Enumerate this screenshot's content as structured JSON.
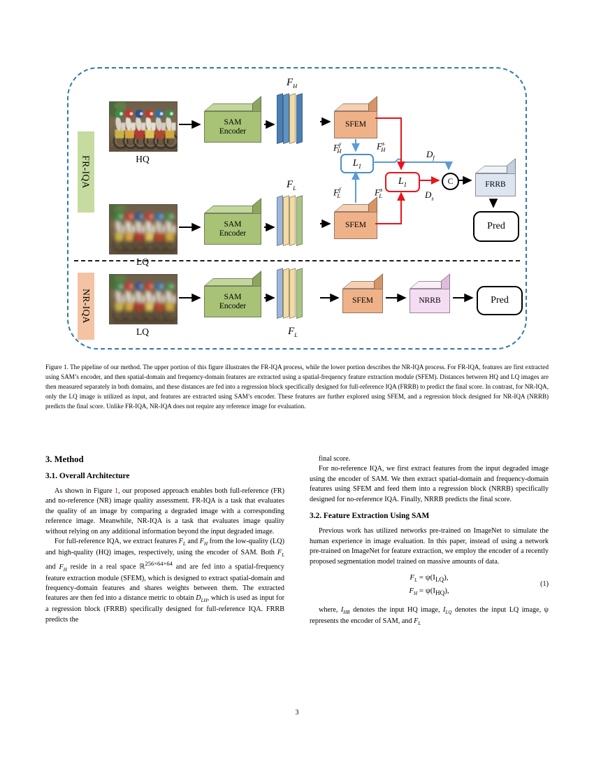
{
  "page": {
    "number": "3"
  },
  "figure": {
    "branch_labels": {
      "fr": "FR-IQA",
      "nr": "NR-IQA"
    },
    "photo_captions": {
      "hq": "HQ",
      "lq_fr": "LQ",
      "lq_nr": "LQ"
    },
    "blocks": {
      "sam_encoder_line1": "SAM",
      "sam_encoder_line2": "Encoder",
      "sfem": "SFEM",
      "frrb": "FRRB",
      "nrrb": "NRRB",
      "pred": "Pred"
    },
    "feature_labels": {
      "fh": "F",
      "fh_sub": "H",
      "fl": "F",
      "fl_sub": "L"
    },
    "math": {
      "fh_freq": "F",
      "fh_freq_sub": "H",
      "fh_freq_sup": "f",
      "fh_spat": "F",
      "fh_spat_sub": "H",
      "fh_spat_sup": "s",
      "fl_freq": "F",
      "fl_freq_sub": "L",
      "fl_freq_sup": "f",
      "fl_spat": "F",
      "fl_spat_sub": "L",
      "fl_spat_sup": "s",
      "df": "D",
      "df_sub": "f",
      "ds": "D",
      "ds_sub": "s",
      "l1": "L",
      "l1_sub": "1",
      "concat": "C"
    },
    "colors": {
      "dashed_border": "#2e7aa8",
      "fr_label_bg": "#c6dba0",
      "nr_label_bg": "#f3c3a3",
      "sam_encoder": "#a8c276",
      "sfem": "#efb288",
      "frrb": "#dde6f0",
      "nrrb": "#f4dcf2",
      "freq_path": "#5b9bd5",
      "spat_path": "#e8141b"
    }
  },
  "caption": {
    "label": "Figure 1.",
    "text": " The pipeline of our method. The upper portion of this figure illustrates the FR-IQA process, while the lower portion describes the NR-IQA process. For FR-IQA, features are first extracted using SAM’s encoder, and then spatial-domain and frequency-domain features are extracted using a spatial-frequency feature extraction module (SFEM). Distances between HQ and LQ images are then measured separately in both domains, and these distances are fed into a regression block specifically designed for full-reference IQA (FRRB) to predict the final score. In contrast, for NR-IQA, only the LQ image is utilized as input, and features are extracted using SAM’s encoder. These features are further explored using SFEM, and a regression block designed for NR-IQA (NRRB) predicts the final score. Unlike FR-IQA, NR-IQA does not require any reference image for evaluation."
  },
  "sections": {
    "method_heading": "3. Method",
    "overall_arch_heading": "3.1. Overall Architecture",
    "feature_extraction_heading": "3.2. Feature Extraction Using SAM"
  },
  "left_column": {
    "para1_a": "As shown in Figure ",
    "para1_ref": "1",
    "para1_b": ", our proposed approach enables both full-reference (FR) and no-reference (NR) image quality assessment. FR-IQA is a task that evaluates the quality of an image by comparing a degraded image with a corresponding reference image. Meanwhile, NR-IQA is a task that evaluates image quality without relying on any additional information beyond the input degraded image.",
    "para2_a": "For full-reference IQA, we extract features ",
    "para2_b": " and ",
    "para2_c": " from the low-quality (LQ) and high-quality (HQ) images, respectively, using the encoder of SAM. Both ",
    "para2_d": " and ",
    "para2_e": " reside in a real space ",
    "para2_f": " and are fed into a spatial-frequency feature extraction module (SFEM), which is designed to extract spatial-domain and frequency-domain features and shares weights between them. The extracted features are then fed into a distance metric to obtain ",
    "para2_g": ", which is used as input for a regression block (FRRB) specifically designed for full-reference IQA. FRRB predicts the",
    "math": {
      "FL": "F",
      "FL_sub": "L",
      "FH": "F",
      "FH_sub": "H",
      "realspace": "ℝ",
      "realspace_sup": "256×64×64",
      "DLH": "D",
      "DLH_sub": "LH"
    }
  },
  "right_column": {
    "para0": "final score.",
    "para1": "For no-reference IQA, we first extract features from the input degraded image using the encoder of SAM. We then extract spatial-domain and frequency-domain features using SFEM and feed them into a regression block (NRRB) specifically designed for no-reference IQA. Finally, NRRB predicts the final score.",
    "para2": "Previous work has utilized networks pre-trained on ImageNet to simulate the human experience in image evaluation. In this paper, instead of using a network pre-trained on ImageNet for feature extraction, we employ the encoder of a recently proposed segmentation model trained on massive amounts of data.",
    "equation": {
      "line1": "F",
      "line1_sub": "L",
      "line1_eq": " = ψ(I",
      "line1_arg_sub": "LQ",
      "line1_tail": "),",
      "line2": "F",
      "line2_sub": "H",
      "line2_eq": " = ψ(I",
      "line2_arg_sub": "HQ",
      "line2_tail": "),",
      "number": "(1)"
    },
    "para3_a": "where, ",
    "para3_IHR": "I",
    "para3_IHR_sub": "HR",
    "para3_b": " denotes the input HQ image, ",
    "para3_ILQ": "I",
    "para3_ILQ_sub": "LQ",
    "para3_c": " denotes the input LQ image, ψ represents the encoder of SAM, and ",
    "para3_FL": "F",
    "para3_FL_sub": "L"
  }
}
